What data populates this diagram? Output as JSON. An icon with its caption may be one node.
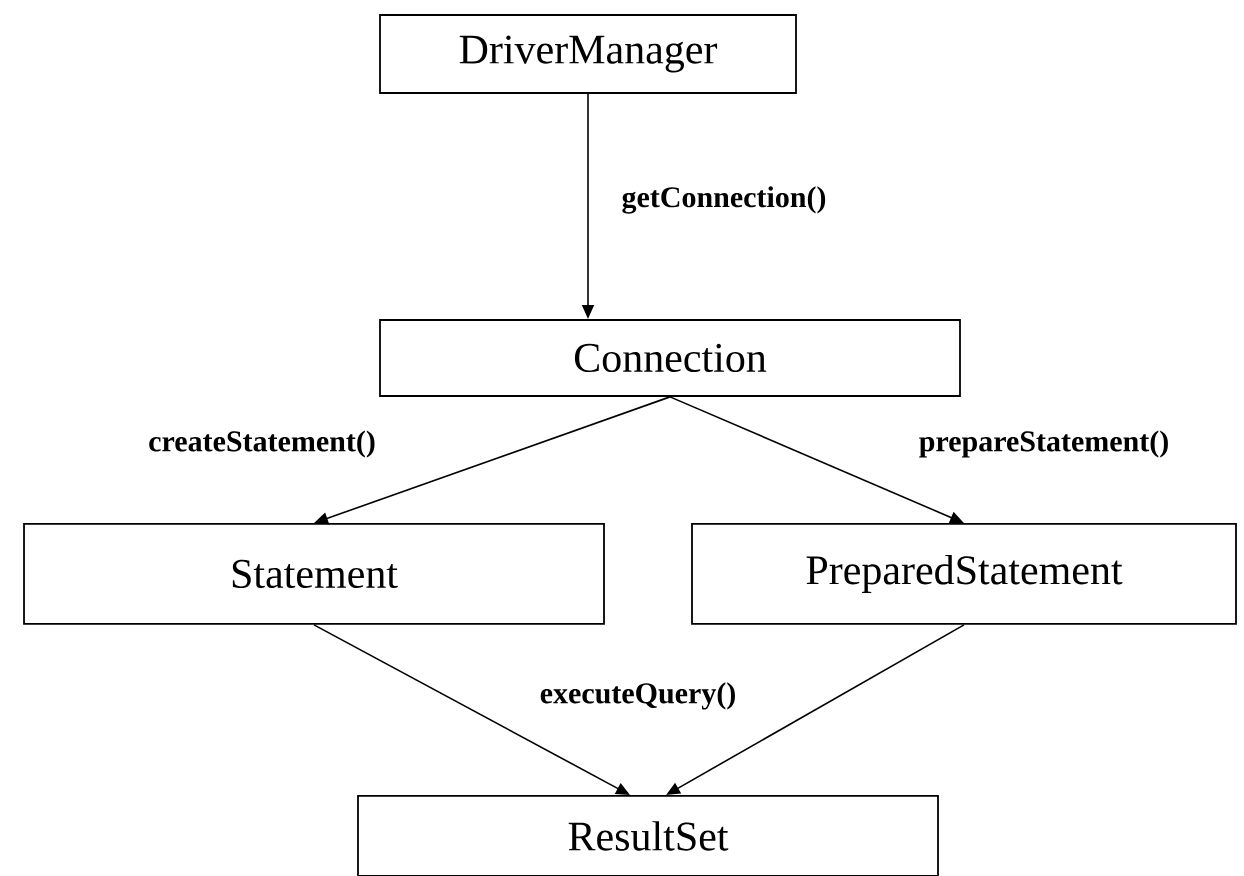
{
  "diagram": {
    "nodes": [
      {
        "text": [
          "DriverManager"
        ]
      },
      {
        "text": [
          "Connection"
        ]
      },
      {
        "text": [
          "Statement"
        ]
      },
      {
        "text": [
          "PreparedStatement"
        ]
      },
      {
        "text": [
          "ResultSet"
        ]
      }
    ],
    "edges": [
      {
        "from": 0,
        "to": 1,
        "arrow": "to",
        "label": "getConnection()"
      },
      {
        "from": 1,
        "to": 2,
        "arrow": "to",
        "label": "createStatement()"
      },
      {
        "from": 1,
        "to": 3,
        "arrow": "to",
        "label": "prepareStatement()"
      },
      {
        "from": 2,
        "to": 4,
        "arrow": "to",
        "label": "executeQuery()"
      },
      {
        "from": 3,
        "to": 4,
        "arrow": "to"
      }
    ]
  }
}
